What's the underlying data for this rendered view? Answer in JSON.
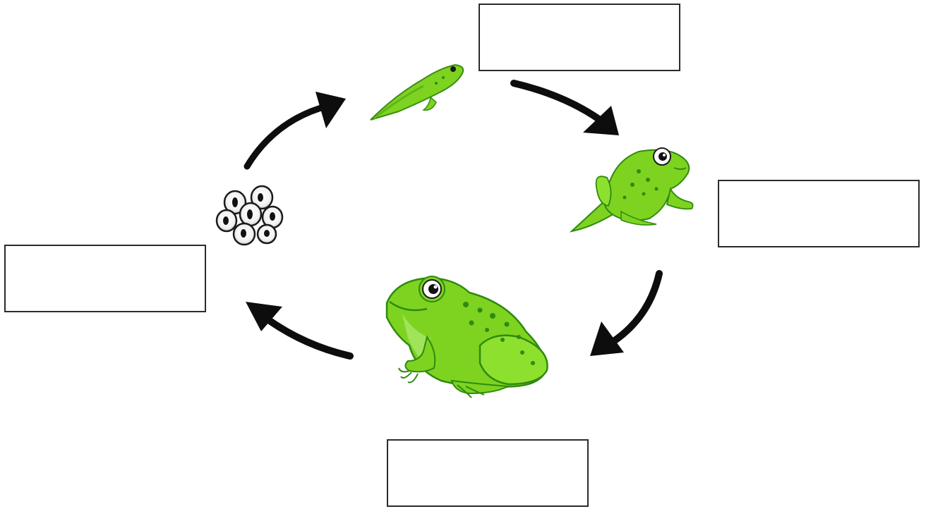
{
  "diagram": {
    "stages": [
      {
        "id": "eggs",
        "icon": "frog-eggs-icon",
        "label": ""
      },
      {
        "id": "tadpole",
        "icon": "tadpole-icon",
        "label": ""
      },
      {
        "id": "froglet",
        "icon": "froglet-icon",
        "label": ""
      },
      {
        "id": "adult",
        "icon": "adult-frog-icon",
        "label": ""
      }
    ],
    "colors": {
      "frog_green": "#7ed321",
      "frog_dark": "#2f8a0e",
      "arrow": "#0d0d0d",
      "box_border": "#2b2b2b"
    }
  }
}
